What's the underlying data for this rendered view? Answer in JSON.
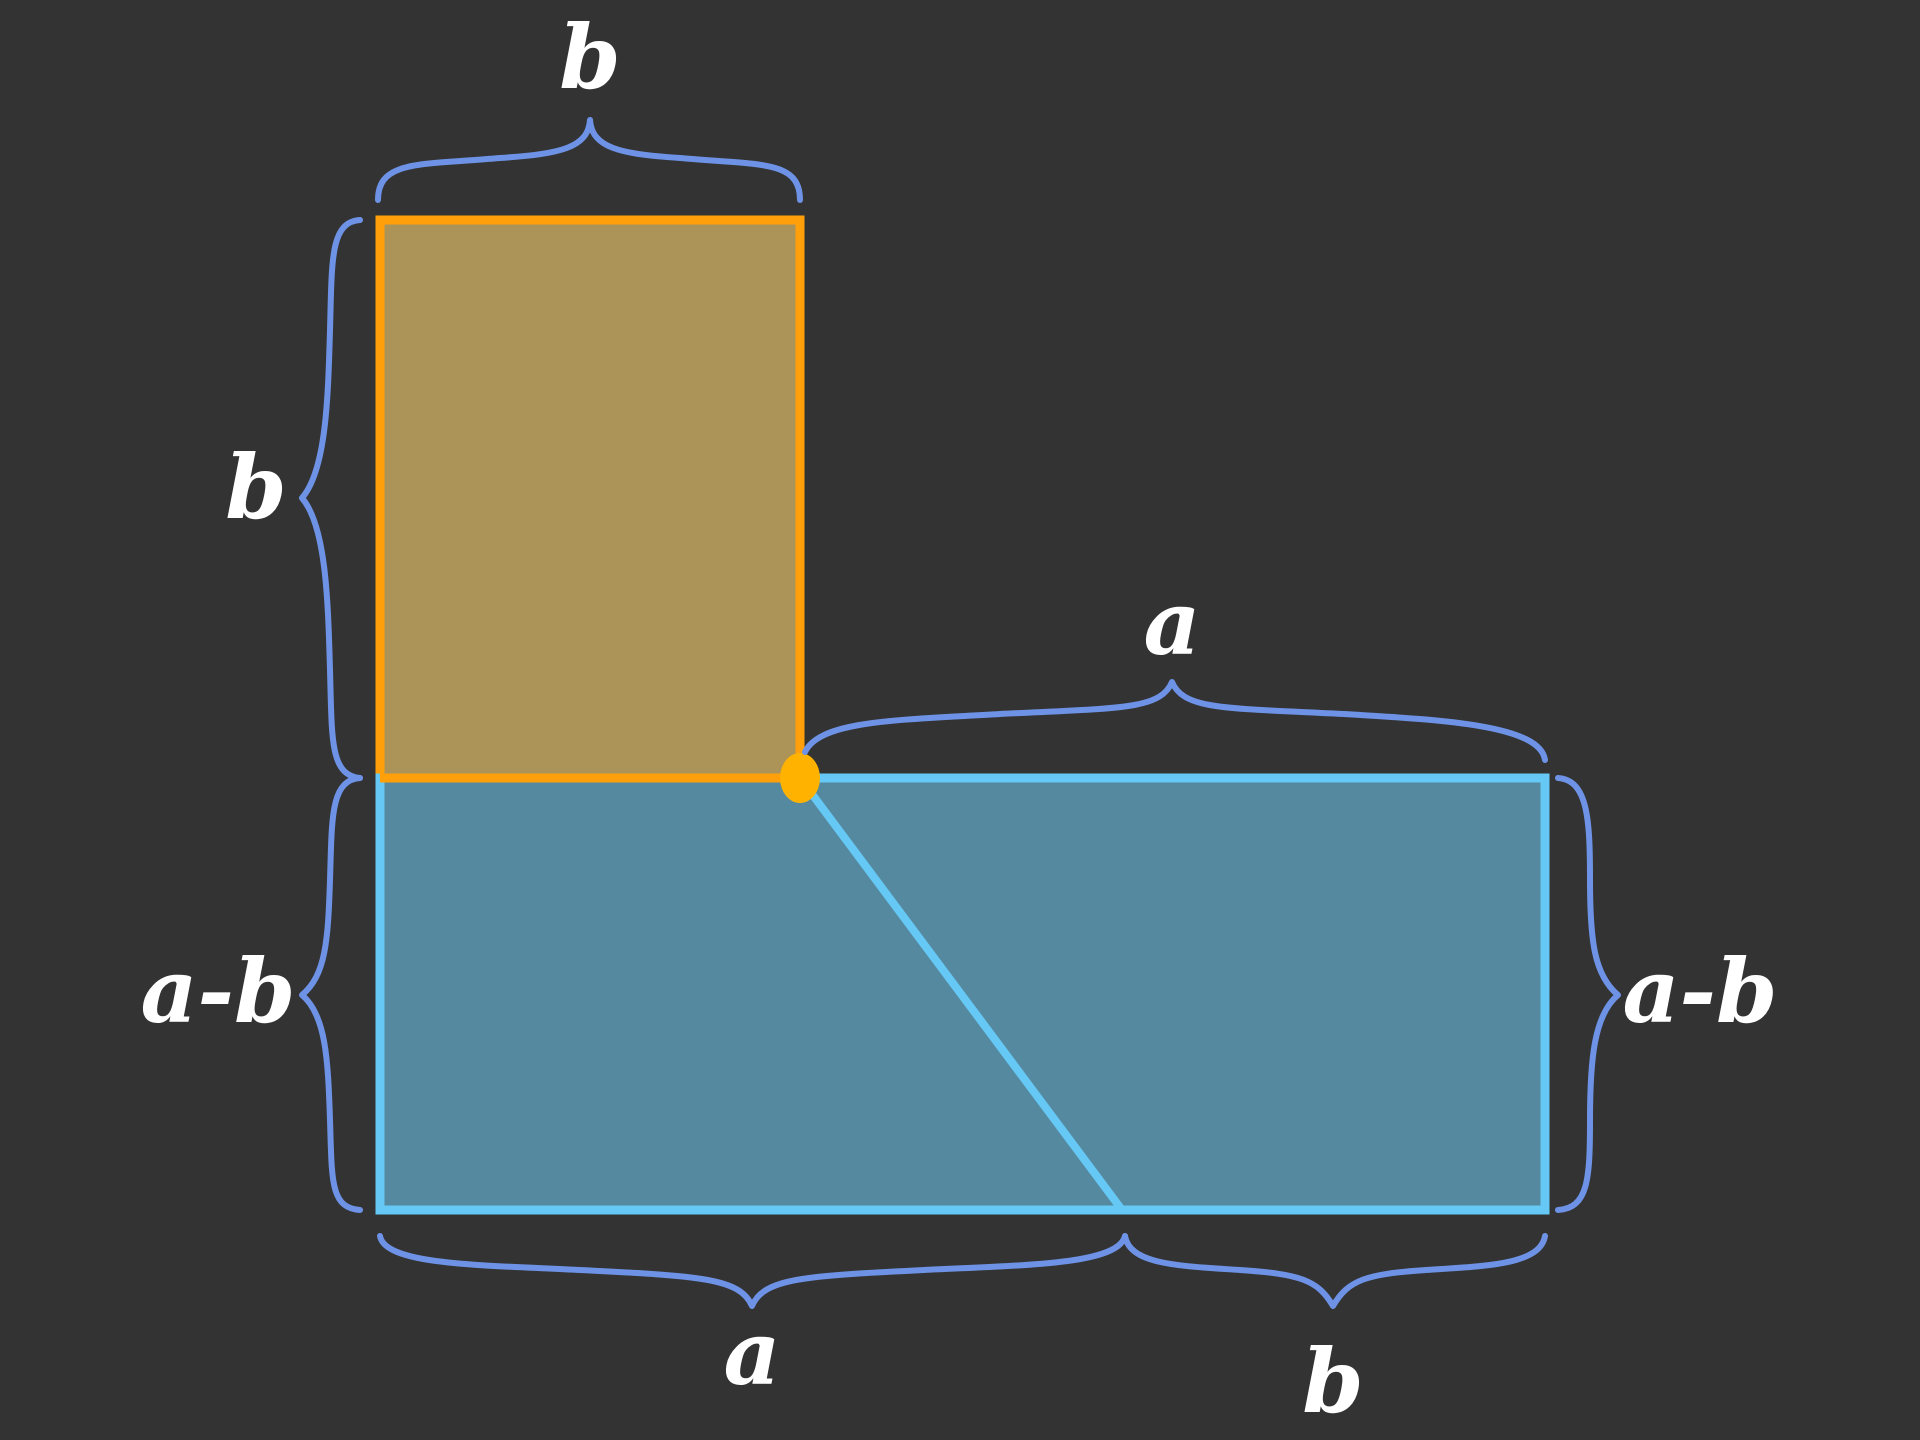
{
  "colors": {
    "background": "#333333",
    "square_fill": "#ac9458",
    "square_stroke": "#ff9f0a",
    "rect_fill": "#55899f",
    "rect_stroke": "#66c8f5",
    "brace": "#6e93e6",
    "dot": "#ffb300",
    "label": "#ffffff"
  },
  "labels": {
    "top_b": "b",
    "left_b": "b",
    "left_a_minus_b": "a-b",
    "right_a_minus_b": "a-b",
    "mid_a": "a",
    "bottom_a": "a",
    "bottom_b": "b"
  }
}
